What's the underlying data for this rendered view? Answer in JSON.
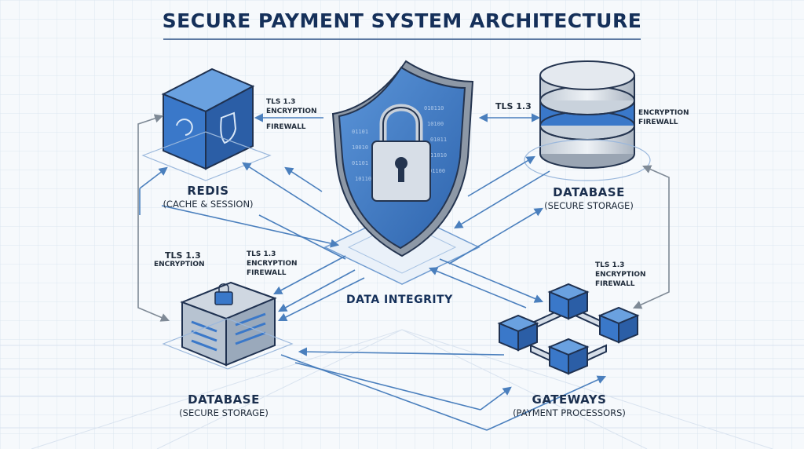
{
  "title": "SECURE PAYMENT SYSTEM ARCHITECTURE",
  "center": {
    "label": "DATA INTEGRITY",
    "icon": "shield-lock-icon"
  },
  "nodes": {
    "redis": {
      "name": "REDIS",
      "desc": "(CACHE & SESSION)",
      "icon": "redis-cube-icon"
    },
    "database_top": {
      "name": "DATABASE",
      "desc": "(SECURE STORAGE)",
      "icon": "database-cylinder-icon"
    },
    "database_bottom": {
      "name": "DATABASE",
      "desc": "(SECURE STORAGE)",
      "icon": "server-lock-icon"
    },
    "gateways": {
      "name": "GATEWAYS",
      "desc": "(PAYMENT PROCESSORS)",
      "icon": "network-cubes-icon"
    }
  },
  "connection_labels": {
    "redis_shield": [
      "TLS 1.3",
      "ENCRYPTION",
      "FIREWALL"
    ],
    "shield_db_top": [
      "TLS 1.3"
    ],
    "db_top_side": [
      "ENCRYPTION",
      "FIREWALL"
    ],
    "redis_db_bottom": [
      "TLS 1.3",
      "ENCRYPTION"
    ],
    "db_bottom_shield": [
      "TLS 1.3",
      "ENCRYPTION",
      "FIREWALL"
    ],
    "gateways_shield": [
      "TLS 1.3",
      "ENCRYPTION",
      "FIREWALL"
    ]
  },
  "colors": {
    "primary_blue": "#3a78c9",
    "dark_navy": "#1b2f4e",
    "arrow_blue": "#5a8fca",
    "grid": "#dce6f1"
  }
}
